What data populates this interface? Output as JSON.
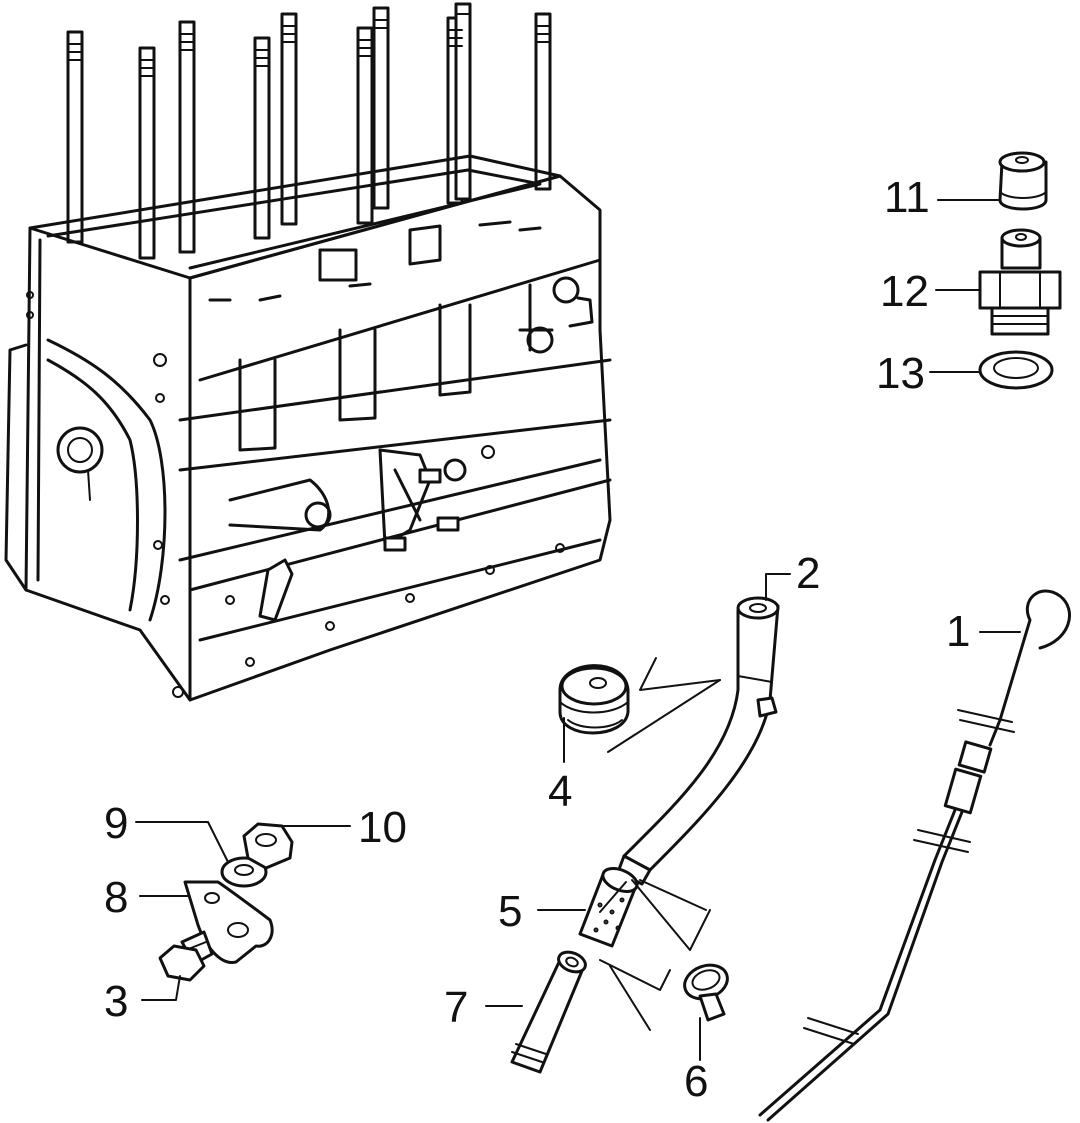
{
  "callouts": [
    {
      "id": "1",
      "label": "1"
    },
    {
      "id": "2",
      "label": "2"
    },
    {
      "id": "3",
      "label": "3"
    },
    {
      "id": "4",
      "label": "4"
    },
    {
      "id": "5",
      "label": "5"
    },
    {
      "id": "6",
      "label": "6"
    },
    {
      "id": "7",
      "label": "7"
    },
    {
      "id": "8",
      "label": "8"
    },
    {
      "id": "9",
      "label": "9"
    },
    {
      "id": "10",
      "label": "10"
    },
    {
      "id": "11",
      "label": "11"
    },
    {
      "id": "12",
      "label": "12"
    },
    {
      "id": "13",
      "label": "13"
    }
  ],
  "colors": {
    "ink": "#111111",
    "paper": "#ffffff"
  }
}
